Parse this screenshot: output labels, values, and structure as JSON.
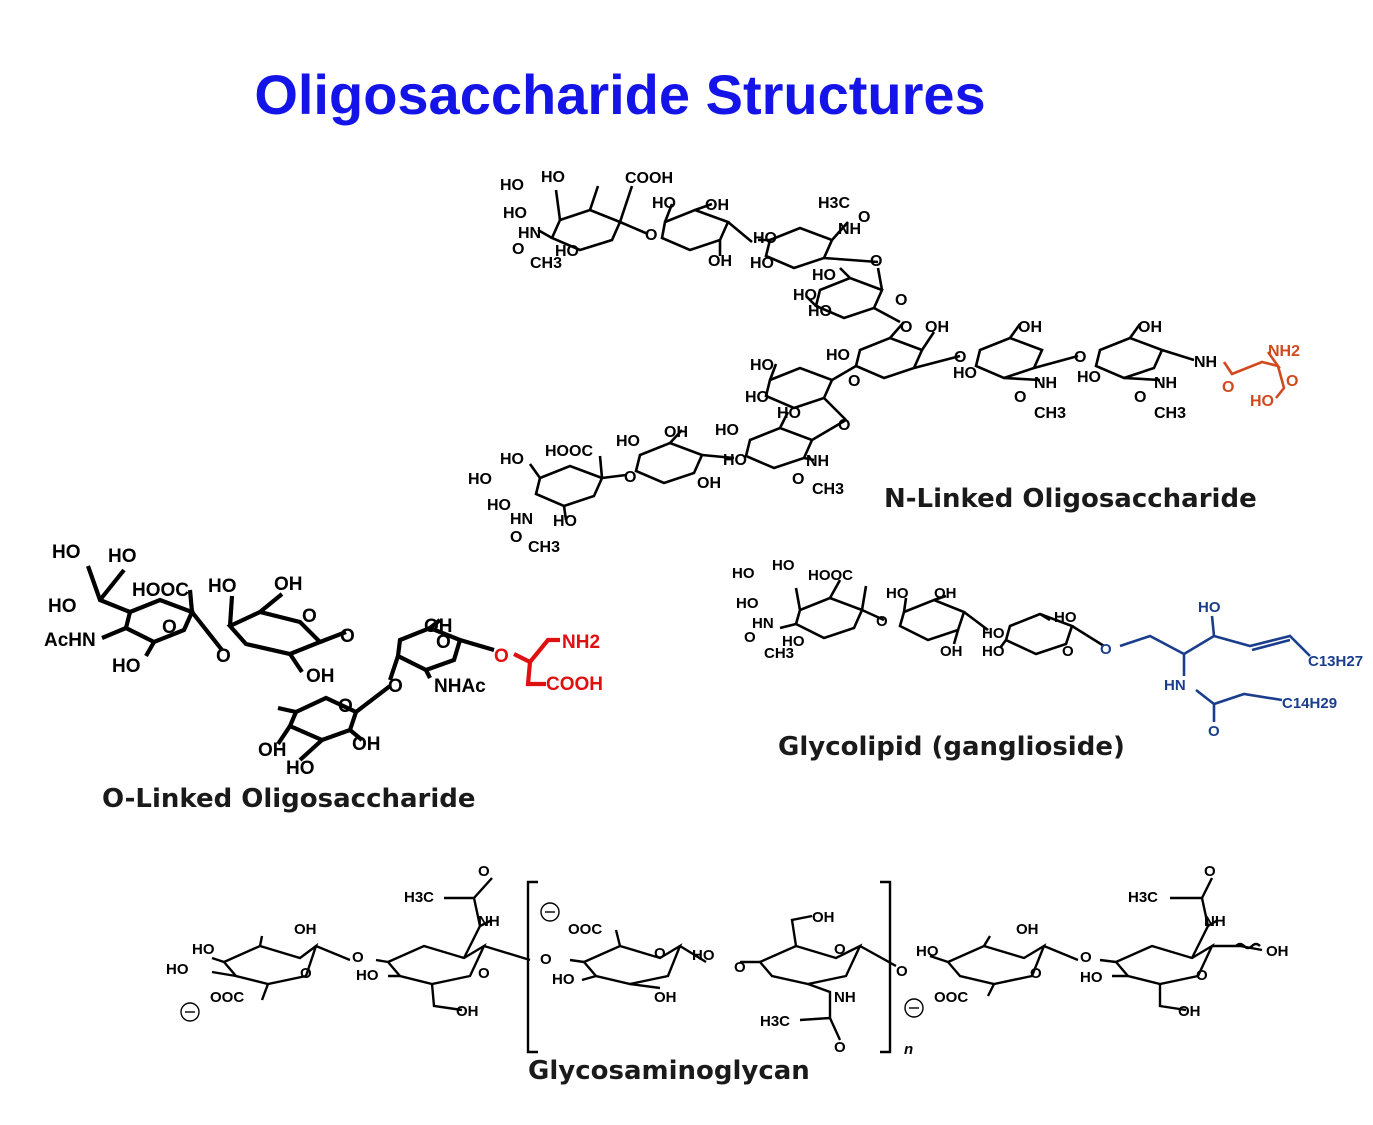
{
  "title": "Oligosaccharide Structures",
  "captions": {
    "n_linked": "N-Linked Oligosaccharide",
    "o_linked": "O-Linked Oligosaccharide",
    "glycolipid": "Glycolipid (ganglioside)",
    "gag": "Glycosaminoglycan"
  },
  "labels": {
    "ho": "HO",
    "oh": "OH",
    "cooh": "COOH",
    "hooc": "HOOC",
    "ooc": "OOC",
    "nh": "NH",
    "hn": "HN",
    "ch3": "CH3",
    "h3c": "H3C",
    "o": "O",
    "nh2": "NH2",
    "nh_amide": "NH",
    "achn": "AcHN",
    "nhac": "NHAc",
    "c13h27": "C13H27",
    "c14h29": "C14H29",
    "n": "n",
    "minus": "−"
  },
  "colors": {
    "title": "#1414e8",
    "amino_acid_n": "#d2491e",
    "amino_acid_o": "#e01010",
    "lipid": "#1a3e8c",
    "bonds": "#000000"
  }
}
